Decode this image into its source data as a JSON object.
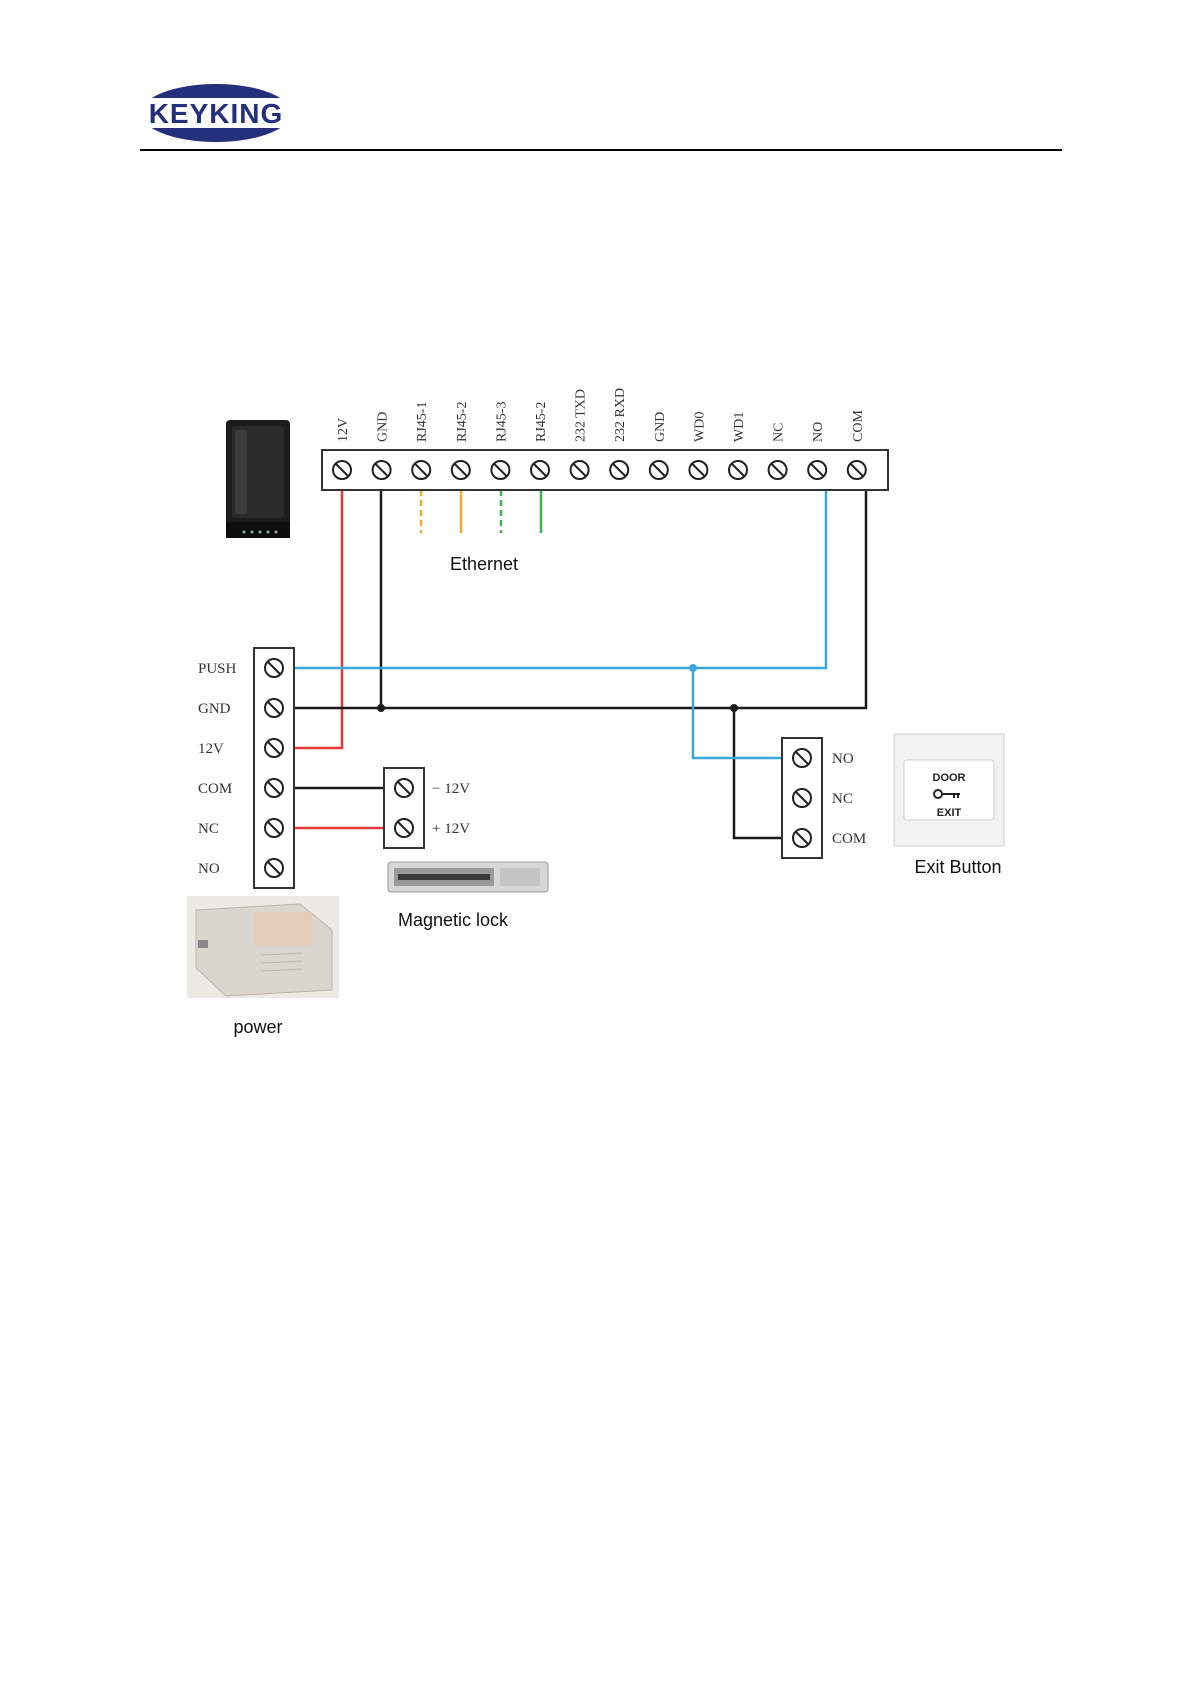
{
  "header": {
    "logo_text": "KEYKING"
  },
  "controller": {
    "terminals": [
      "12V",
      "GND",
      "RJ45-1",
      "RJ45-2",
      "RJ45-3",
      "RJ45-2",
      "232 TXD",
      "232 RXD",
      "GND",
      "WD0",
      "WD1",
      "NC",
      "NO",
      "COM"
    ]
  },
  "ethernet": {
    "label": "Ethernet"
  },
  "power_supply": {
    "terminals": [
      "PUSH",
      "GND",
      "12V",
      "COM",
      "NC",
      "NO"
    ],
    "label": "power"
  },
  "magnetic_lock": {
    "terminals": [
      "− 12V",
      "+ 12V"
    ],
    "label": "Magnetic lock"
  },
  "exit_button": {
    "terminals": [
      "NO",
      "NC",
      "COM"
    ],
    "label": "Exit Button",
    "face_text_top": "DOOR",
    "face_text_bottom": "EXIT"
  },
  "colors": {
    "logo_blue": "#25307d",
    "wire_red": "#e8383b",
    "wire_black": "#1a1a1a",
    "wire_blue": "#3aa6dc",
    "wire_orange": "#f0a830",
    "wire_green": "#3ab54a"
  }
}
